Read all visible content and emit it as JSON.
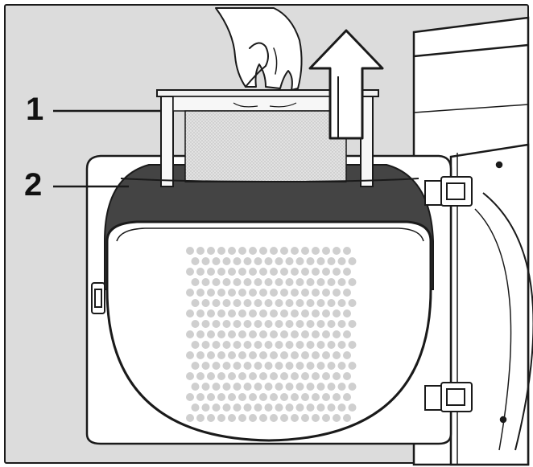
{
  "callouts": [
    {
      "label": "1",
      "target": "lint-filter"
    },
    {
      "label": "2",
      "target": "door-seal"
    }
  ],
  "colors": {
    "background": "#dcdcdc",
    "line": "#1a1a1a",
    "panel": "#ffffff",
    "seal": "#444444",
    "filter_mesh": "#d6d6d6",
    "perforation": "#cfcfcf"
  },
  "icons": [
    "hand-icon",
    "up-arrow-icon",
    "hinge-icon",
    "door-latch-icon"
  ]
}
